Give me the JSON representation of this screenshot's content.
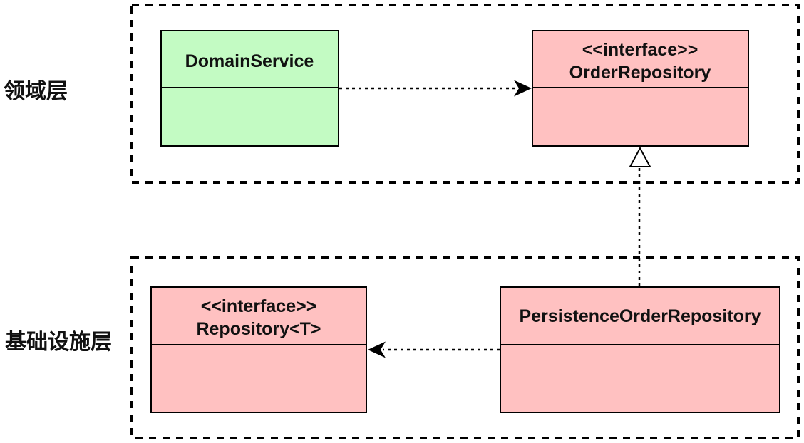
{
  "diagram_type": "uml-class-diagram",
  "colors": {
    "background": "#ffffff",
    "stroke": "#000000",
    "text": "#111111",
    "class_green_fill": "#c3fbc3",
    "class_pink_fill": "#ffc1c1"
  },
  "layers": [
    {
      "label": "领域层"
    },
    {
      "label": "基础设施层"
    }
  ],
  "classes": [
    {
      "name": "DomainService",
      "stereotype": "",
      "fill": "#c3fbc3",
      "layer": "领域层"
    },
    {
      "name": "OrderRepository",
      "stereotype": "<<interface>>",
      "fill": "#ffc1c1",
      "layer": "领域层"
    },
    {
      "name": "Repository<T>",
      "stereotype": "<<interface>>",
      "fill": "#ffc1c1",
      "layer": "基础设施层"
    },
    {
      "name": "PersistenceOrderRepository",
      "stereotype": "",
      "fill": "#ffc1c1",
      "layer": "基础设施层"
    }
  ],
  "relations": [
    {
      "type": "dependency",
      "from": "DomainService",
      "to": "OrderRepository",
      "line": "dotted",
      "arrowhead": "filled-arrow"
    },
    {
      "type": "realization",
      "from": "PersistenceOrderRepository",
      "to": "OrderRepository",
      "line": "dotted",
      "arrowhead": "hollow-triangle"
    },
    {
      "type": "dependency",
      "from": "PersistenceOrderRepository",
      "to": "Repository<T>",
      "line": "dotted",
      "arrowhead": "filled-arrow"
    }
  ]
}
